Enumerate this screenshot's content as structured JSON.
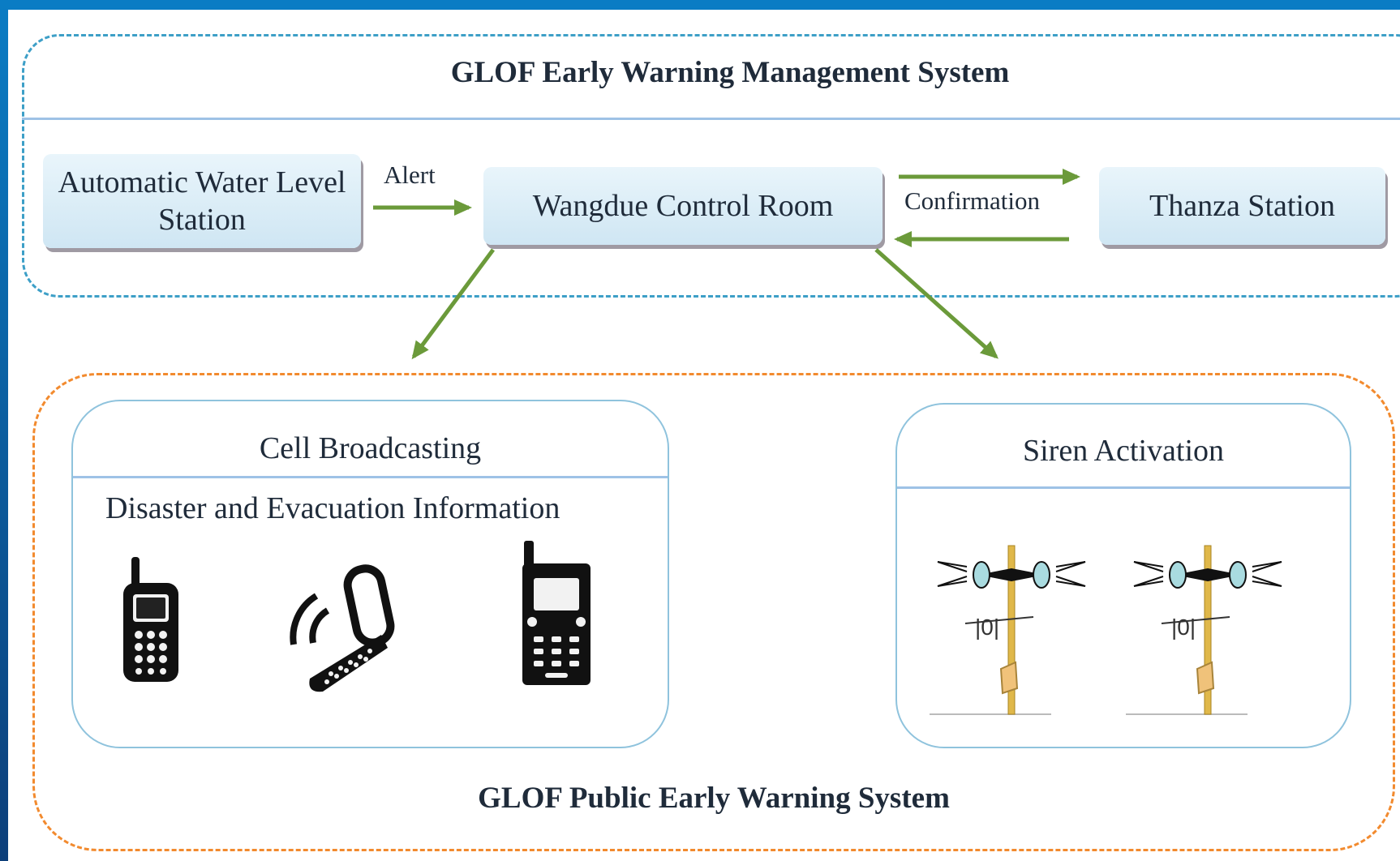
{
  "management_system": {
    "title": "GLOF Early Warning Management System",
    "nodes": {
      "water_station": "Automatic Water Level Station",
      "control_room": "Wangdue Control Room",
      "thanza_station": "Thanza Station"
    },
    "flows": {
      "alert": "Alert",
      "confirmation": "Confirmation"
    }
  },
  "public_system": {
    "title": "GLOF Public Early Warning System",
    "cell_broadcasting": {
      "title": "Cell Broadcasting",
      "subtitle": "Disaster and Evacuation Information",
      "icons": [
        "mobile-phone-icon",
        "ringing-flip-phone-icon",
        "mobile-phone-icon"
      ]
    },
    "siren_activation": {
      "title": "Siren Activation",
      "icons": [
        "siren-tower-icon",
        "siren-tower-icon"
      ]
    }
  },
  "colors": {
    "frame_blue": "#0a7cc4",
    "management_border": "#3d9fc7",
    "public_border": "#f28a2e",
    "arrow_green": "#6b9a3a",
    "node_fill": "#d6eaf5"
  }
}
